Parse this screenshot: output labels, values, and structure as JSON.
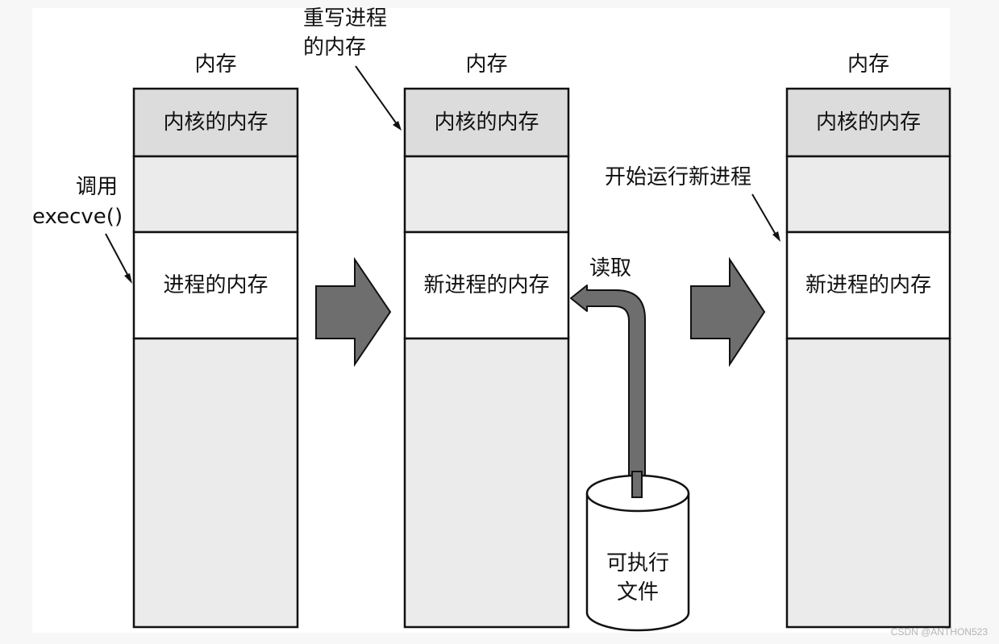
{
  "columns": [
    {
      "header": "内存",
      "kernel_label": "内核的内存",
      "process_label": "进程的内存"
    },
    {
      "header": "内存",
      "kernel_label": "内核的内存",
      "process_label": "新进程的内存"
    },
    {
      "header": "内存",
      "kernel_label": "内核的内存",
      "process_label": "新进程的内存"
    }
  ],
  "annotations": {
    "call_line1": "调用",
    "call_line2": "execve()",
    "overwrite_line1": "重写进程",
    "overwrite_line2": "的内存",
    "read": "读取",
    "start_new": "开始运行新进程"
  },
  "executable": {
    "line1": "可执行",
    "line2": "文件"
  },
  "watermark": "CSDN @ANTHON523",
  "colors": {
    "kernel_fill": "#dcdcdc",
    "empty_fill": "#ebebeb",
    "process_fill": "#ffffff",
    "arrow_fill": "#6e6e6e",
    "stroke": "#111111"
  }
}
